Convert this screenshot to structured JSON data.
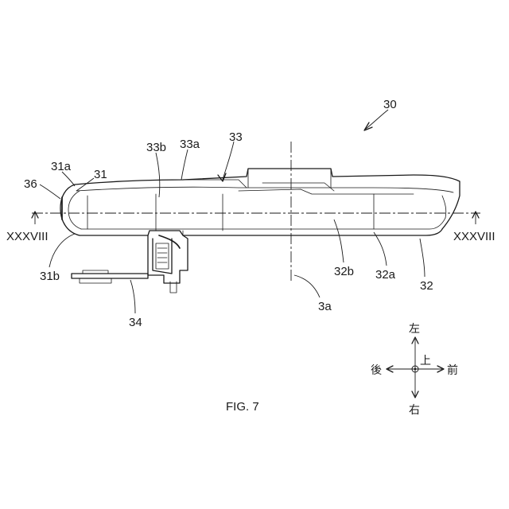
{
  "figure": {
    "caption": "FIG. 7",
    "section_label_left": "XXXVIII",
    "section_label_right": "XXXVIII"
  },
  "labels": {
    "l30": "30",
    "l33": "33",
    "l33a": "33a",
    "l33b": "33b",
    "l31a": "31a",
    "l31": "31",
    "l36": "36",
    "l31b": "31b",
    "l34": "34",
    "l32": "32",
    "l32a": "32a",
    "l32b": "32b",
    "l3a": "3a"
  },
  "compass": {
    "up": "左",
    "down": "右",
    "left": "後",
    "right": "前",
    "center": "上"
  }
}
